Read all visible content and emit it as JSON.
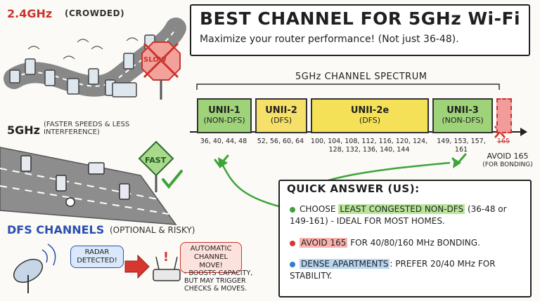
{
  "left": {
    "band24_label": "2.4GHz",
    "band24_note": "(CROWDED)",
    "slow_sign": "SLOW",
    "band5_label": "5GHz",
    "band5_note": "(FASTER SPEEDS & LESS INTERFERENCE)",
    "fast_sign": "FAST",
    "dfs_label": "DFS CHANNELS",
    "dfs_note": "(OPTIONAL & RISKY)",
    "radar_bubble": "RADAR DETECTED!",
    "move_bubble": "AUTOMATIC CHANNEL MOVE!",
    "dfs_tradeoff": "- BOOSTS CAPACITY, BUT MAY TRIGGER CHECKS & MOVES."
  },
  "header": {
    "title": "BEST CHANNEL FOR 5GHz Wi-Fi",
    "subtitle": "Maximize your router performance! (Not just 36-48)."
  },
  "spectrum": {
    "title": "5GHz CHANNEL SPECTRUM",
    "bands": [
      {
        "name": "UNII-1",
        "type": "(NON-DFS)",
        "channels": "36, 40, 44, 48"
      },
      {
        "name": "UNII-2",
        "type": "(DFS)",
        "channels": "52, 56, 60, 64"
      },
      {
        "name": "UNII-2e",
        "type": "(DFS)",
        "channels": "100, 104, 108, 112, 116, 120, 124, 128, 132, 136, 140, 144"
      },
      {
        "name": "UNII-3",
        "type": "(NON-DFS)",
        "channels": "149, 153, 157, 161"
      }
    ],
    "excluded_channel": "165",
    "avoid_label": "AVOID 165",
    "avoid_note": "(FOR BONDING)"
  },
  "quick_answer": {
    "title": "QUICK ANSWER (US):",
    "items": [
      {
        "lead": "CHOOSE",
        "highlight": "LEAST CONGESTED NON-DFS",
        "rest": "(36-48 or 149-161) - IDEAL FOR MOST HOMES.",
        "color": "#3ea33a"
      },
      {
        "lead": "",
        "highlight": "AVOID 165",
        "rest": "FOR 40/80/160 MHz BONDING.",
        "color": "#d8372f"
      },
      {
        "lead": "",
        "highlight": "DENSE APARTMENTS",
        "rest": ": PREFER 20/40 MHz FOR STABILITY.",
        "color": "#2f7fd1"
      }
    ]
  },
  "colors": {
    "non_dfs": "#9fd37a",
    "dfs": "#f4e157",
    "avoid": "#f29b9b",
    "check": "#3ea33a",
    "warn": "#c9342c"
  }
}
